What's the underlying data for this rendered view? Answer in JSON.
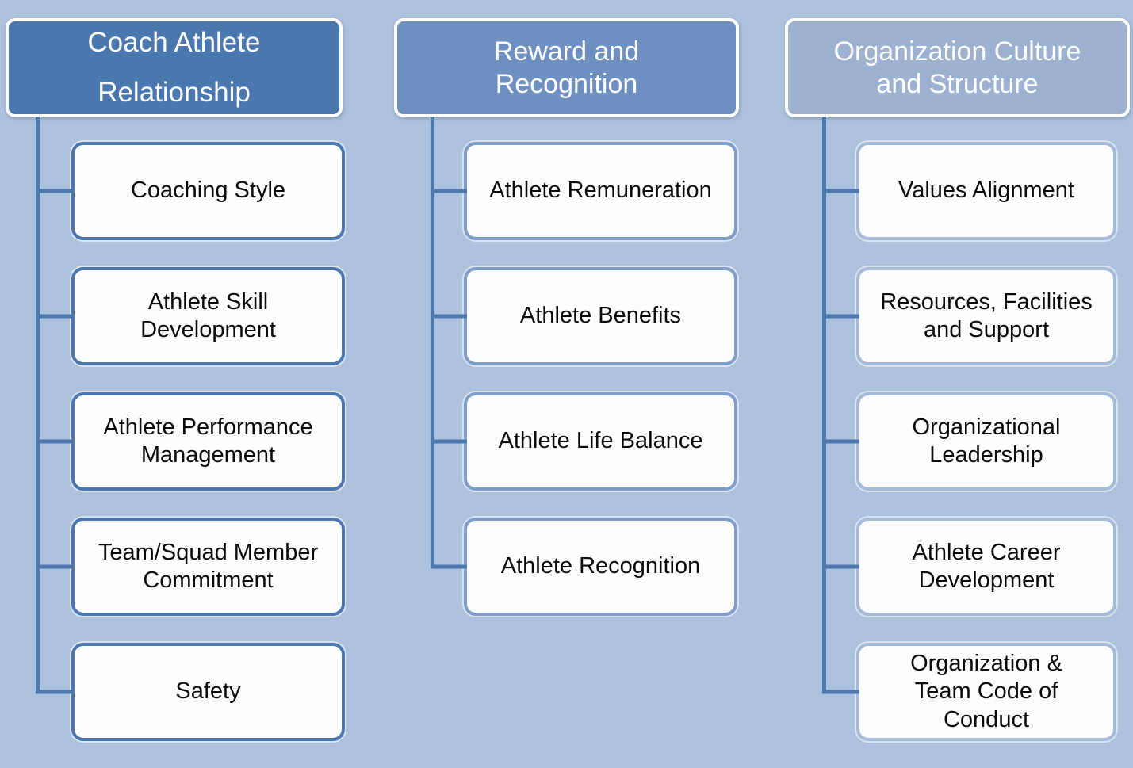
{
  "diagram": {
    "type": "hierarchy",
    "background_color": "#abc1dc",
    "connector_color": "#4d79ae",
    "columns": [
      {
        "title": "Coach Athlete\nRelationship",
        "header_fill": "#4a77ae",
        "header_text_color": "#ffffff",
        "child_border_color": "#4a77ae",
        "children": [
          "Coaching Style",
          "Athlete Skill\nDevelopment",
          "Athlete Performance\nManagement",
          "Team/Squad Member\nCommitment",
          "Safety"
        ]
      },
      {
        "title": "Reward and\nRecognition",
        "header_fill": "#6e90c1",
        "header_text_color": "#ffffff",
        "child_border_color": "#7e9dc9",
        "children": [
          "Athlete Remuneration",
          "Athlete Benefits",
          "Athlete Life Balance",
          "Athlete Recognition"
        ]
      },
      {
        "title": "Organization Culture\nand Structure",
        "header_fill": "#9db2d1",
        "header_text_color": "#ffffff",
        "child_border_color": "#a4bad8",
        "children": [
          "Values Alignment",
          "Resources, Facilities\nand Support",
          "Organizational\nLeadership",
          "Athlete Career\nDevelopment",
          "Organization &\nTeam Code of\nConduct"
        ]
      }
    ]
  }
}
